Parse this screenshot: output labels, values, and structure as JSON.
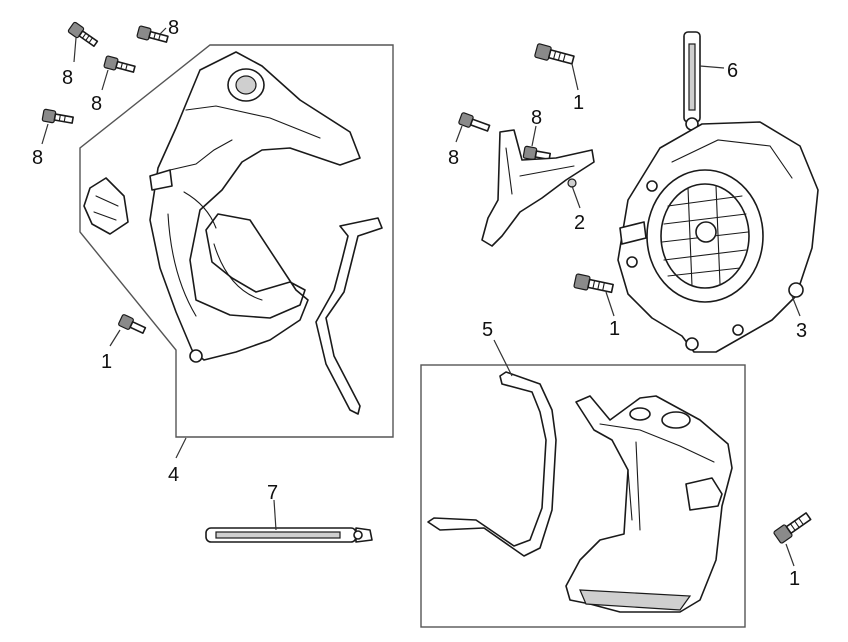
{
  "diagram": {
    "callouts": {
      "c1a": "1",
      "c1b": "1",
      "c1c": "1",
      "c1d": "1",
      "c2": "2",
      "c3": "3",
      "c4": "4",
      "c5": "5",
      "c6": "6",
      "c7": "7",
      "c8a": "8",
      "c8b": "8",
      "c8c": "8",
      "c8d": "8",
      "c8e": "8"
    }
  }
}
